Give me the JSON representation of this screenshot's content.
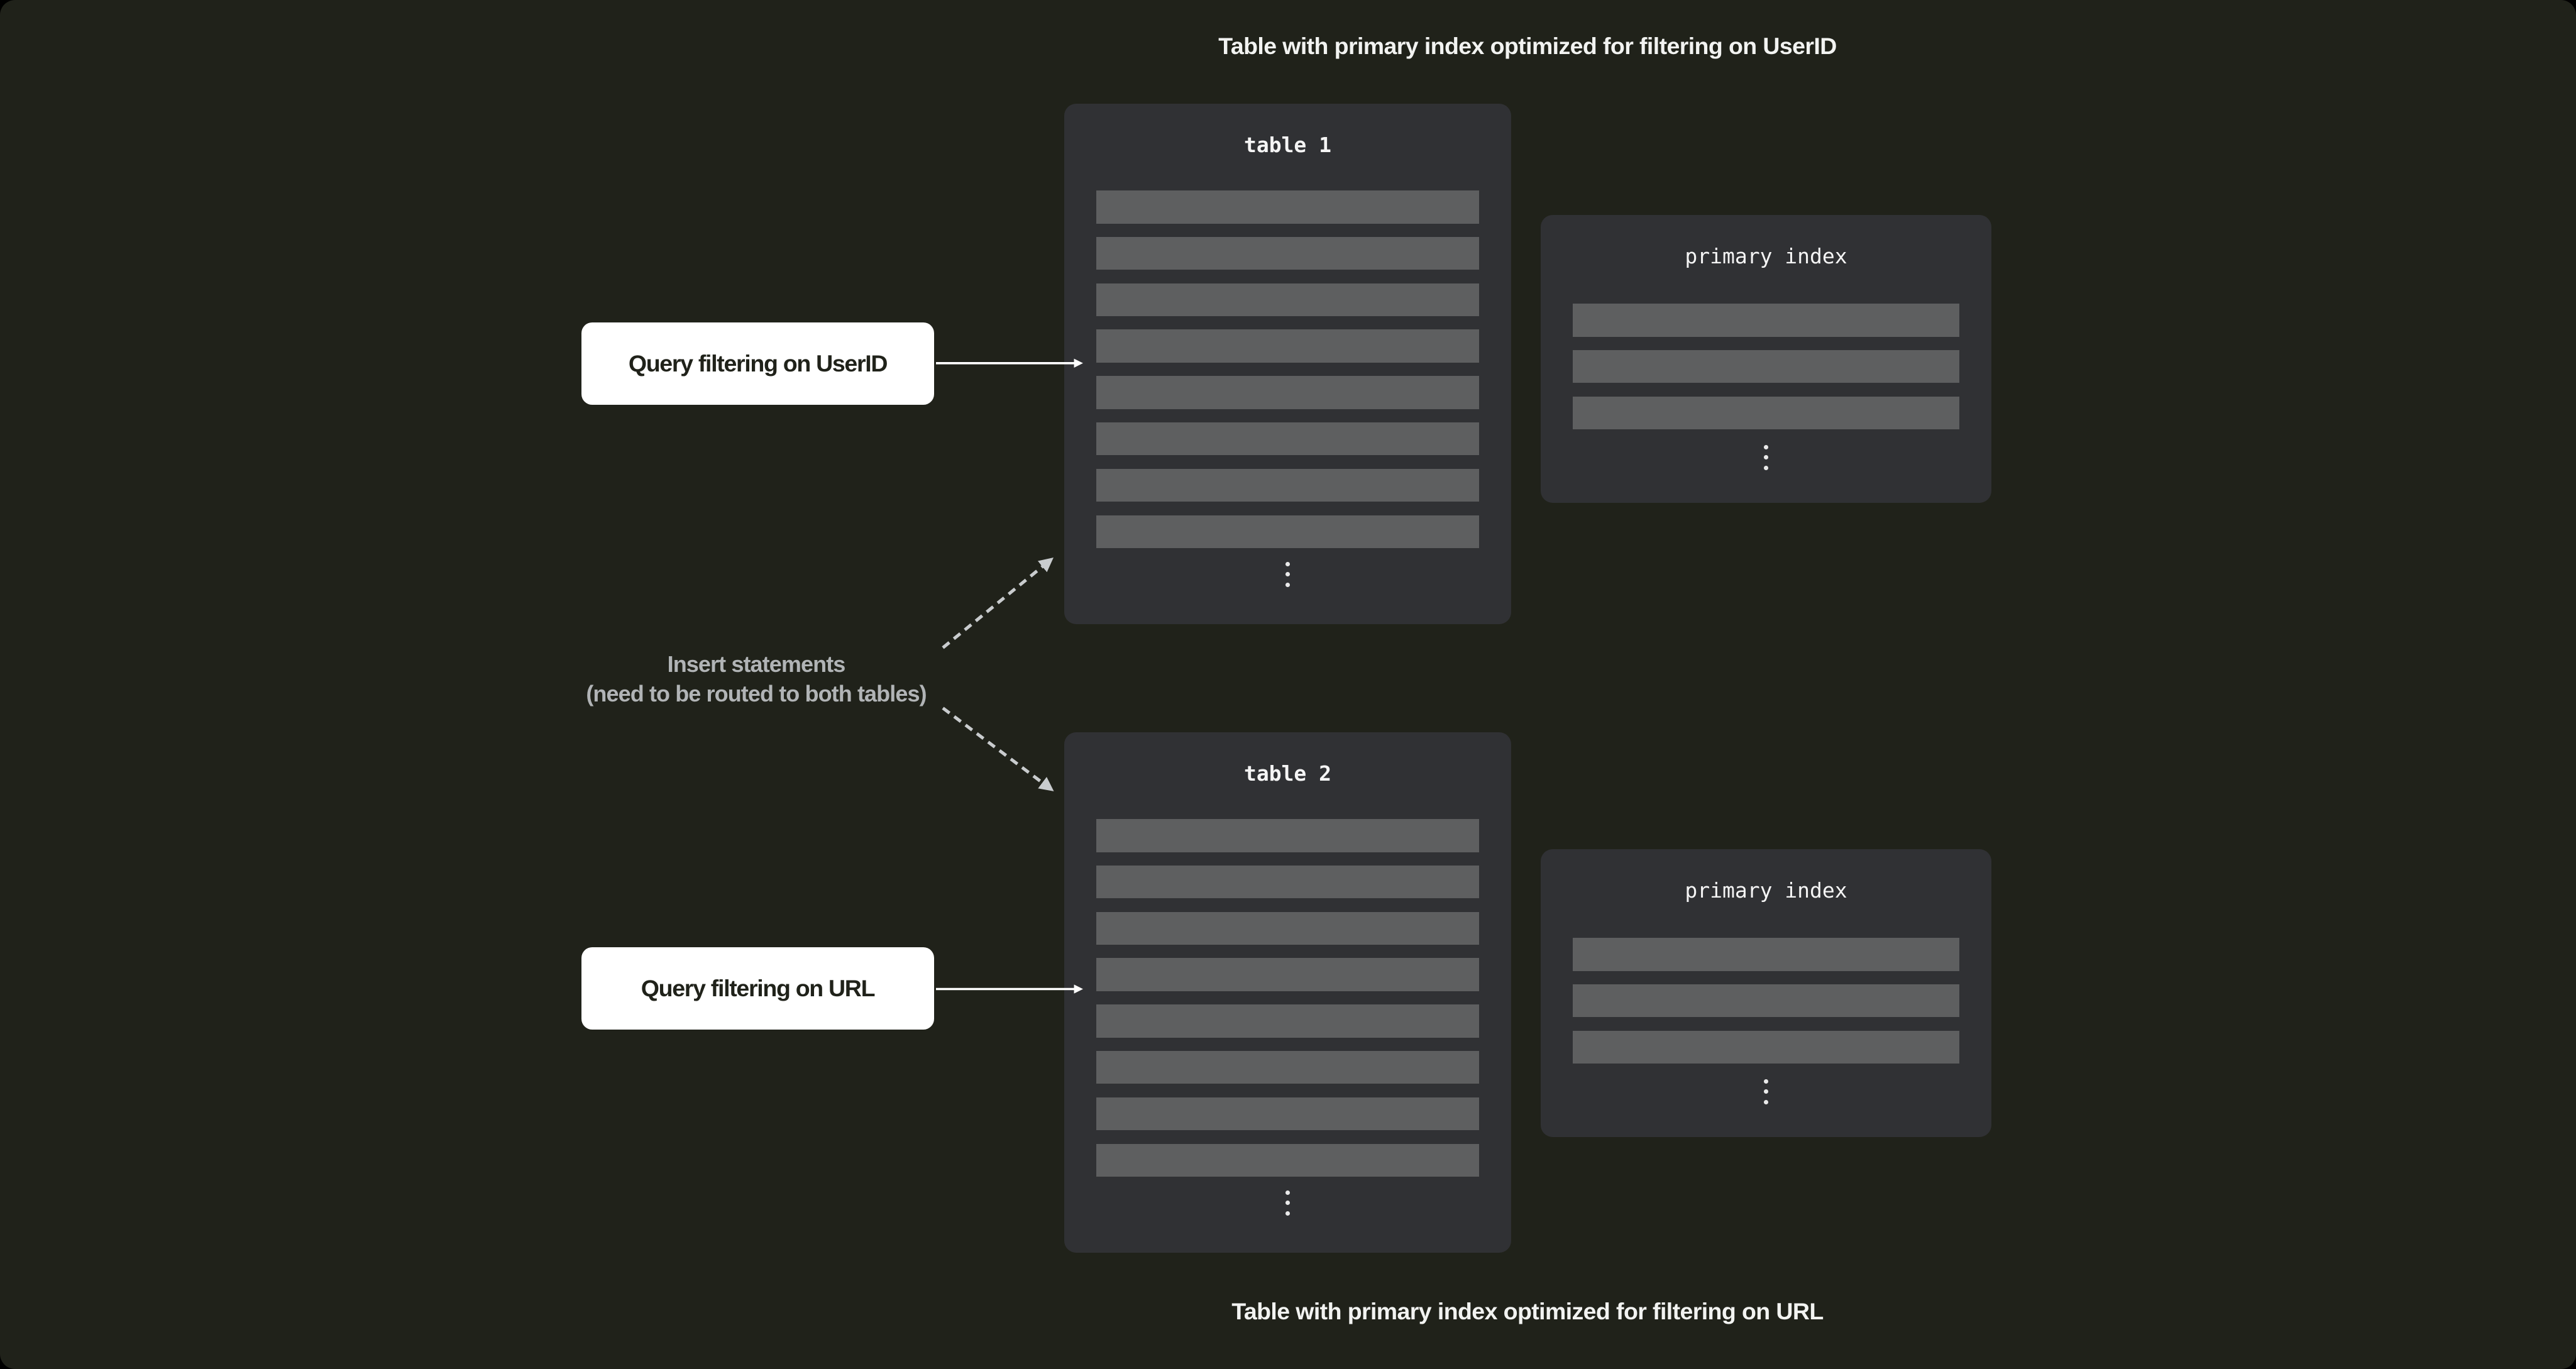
{
  "colors": {
    "page_bg": "#000000",
    "surface_bg": "#20221a",
    "panel_bg": "#303134",
    "row_bg": "#5e5f60",
    "caption_text": "#f2f3f1",
    "mono_text": "#f5f5f5",
    "note_text": "#b1b4b6",
    "dashed_arrow": "#c9ccce",
    "solid_arrow": "#ffffff",
    "label_bg": "#ffffff",
    "label_text": "#20221a",
    "dot": "#e9e9e9"
  },
  "captions": {
    "top": "Table with primary index optimized for filtering on UserID",
    "bottom": "Table with primary index optimized for filtering on URL"
  },
  "tables": [
    {
      "title": "table 1",
      "rows": 8
    },
    {
      "title": "table 2",
      "rows": 8
    }
  ],
  "indexes": [
    {
      "title": "primary index",
      "rows": 3
    },
    {
      "title": "primary index",
      "rows": 3
    }
  ],
  "labels": [
    {
      "text": "Query filtering on UserID"
    },
    {
      "text": "Query filtering on URL"
    }
  ],
  "note": {
    "line1": "Insert statements",
    "line2": "(need to be routed to both tables)"
  }
}
